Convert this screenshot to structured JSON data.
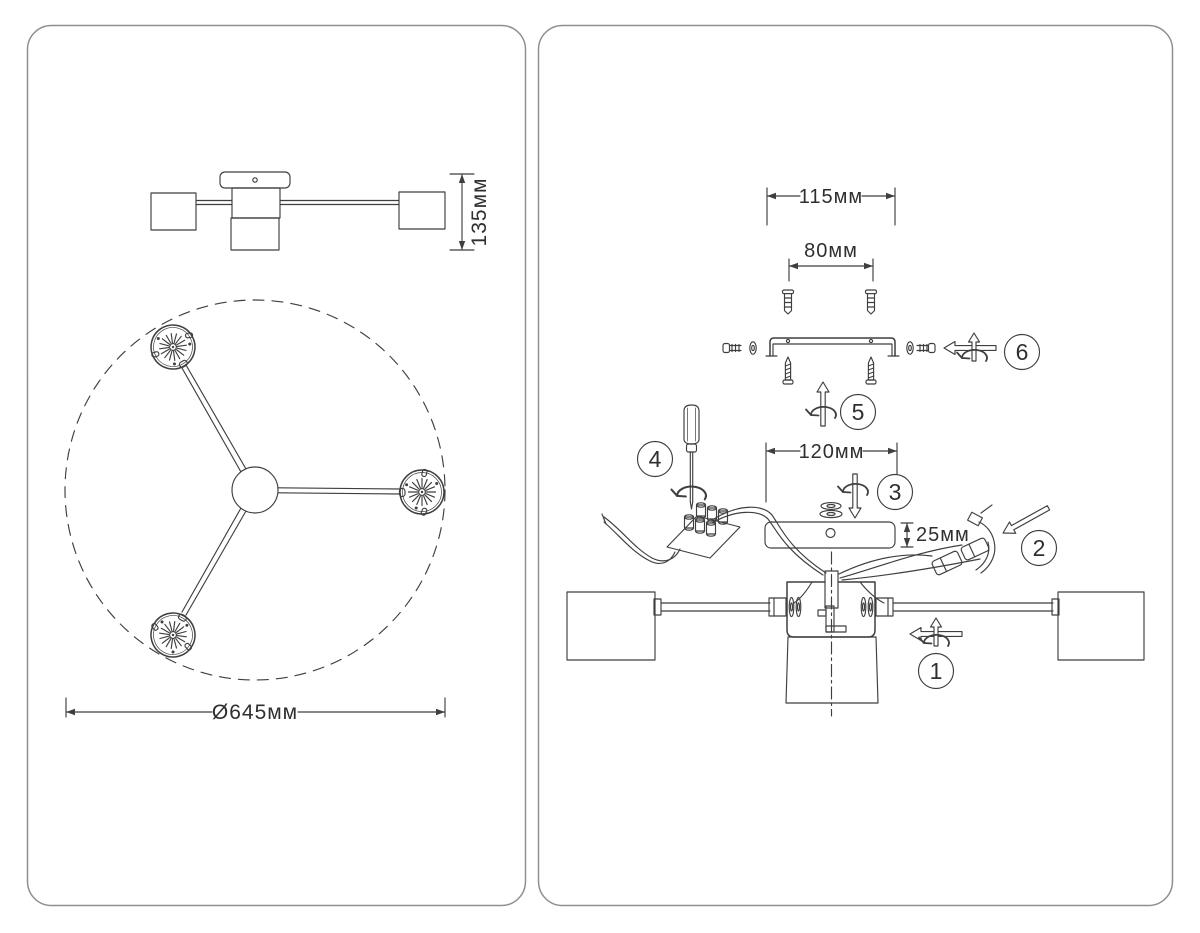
{
  "colors": {
    "line": "#3f3f3f",
    "panel_border": "#8f8f8f",
    "text": "#2f2f2f",
    "background": "#ffffff"
  },
  "left_panel": {
    "side_view_height_dim": "135мм",
    "top_view_diameter_dim": "Ø645мм"
  },
  "right_panel": {
    "bracket_width_dim": "115мм",
    "anchor_spacing_dim": "80мм",
    "canopy_width_dim": "120мм",
    "canopy_height_dim": "25мм",
    "steps": [
      "1",
      "2",
      "3",
      "4",
      "5",
      "6"
    ]
  }
}
